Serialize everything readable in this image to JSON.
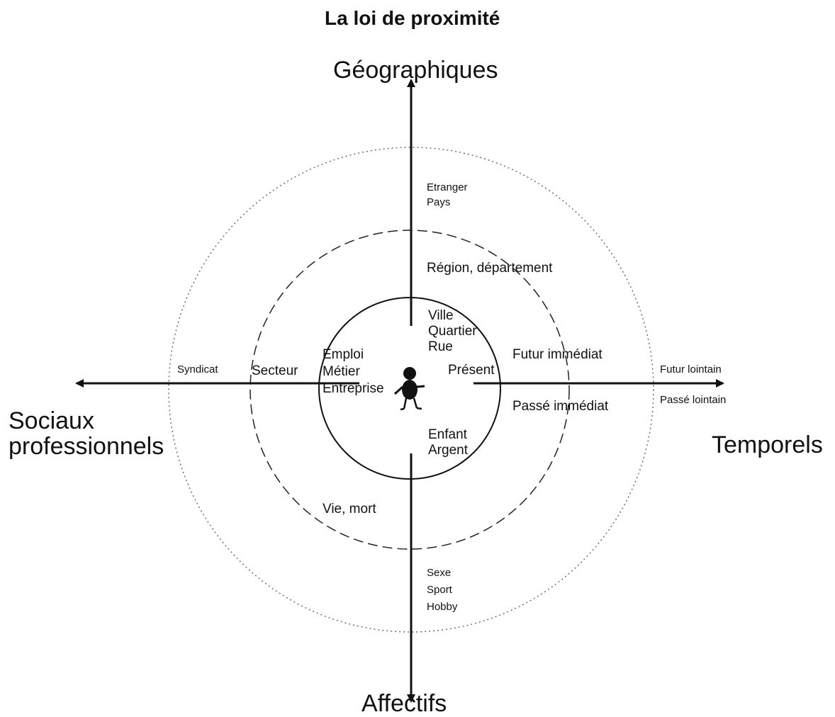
{
  "title": "La loi de proximité",
  "axes": {
    "top": "Géographiques",
    "bottom": "Affectifs",
    "left": "Sociaux\nprofessionnels",
    "right": "Temporels"
  },
  "geographiques": {
    "outer": "Etranger\nPays",
    "middle": "Région, département",
    "inner": "Ville\nQuartier\nRue"
  },
  "affectifs": {
    "inner": "Enfant\nArgent",
    "middle": "Vie, mort",
    "outer": "Sexe\nSport\nHobby"
  },
  "sociaux": {
    "inner": "Emploi\nMétier\nEntreprise",
    "middle": "Secteur",
    "outer": "Syndicat"
  },
  "temporels": {
    "inner": "Présent",
    "middle_future": "Futur immédiat",
    "middle_past": "Passé immédiat",
    "outer_future": "Futur lointain",
    "outer_past": "Passé lointain"
  },
  "colors": {
    "ink": "#111111",
    "ring": "#222222",
    "dotted": "#666666"
  }
}
